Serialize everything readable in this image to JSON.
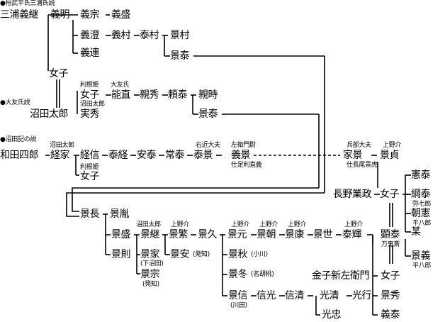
{
  "headers": {
    "kanmu": "●桓武平氏三浦氏説",
    "otomo": "●大友氏説",
    "numata": "●沼田記の説"
  },
  "names": {
    "miura_yoshitsugu": "三浦義継",
    "yoshiaki": "義明",
    "yoshimune": "義宗",
    "yoshimori": "義盛",
    "yoshizumi": "義澄",
    "yoshimura": "義村",
    "yasumura": "泰村",
    "kagemura": "景村",
    "kageyasu1": "景泰",
    "yoshitsura": "義連",
    "joshi1": "女子",
    "joshi2": "女子",
    "yoshinao": "能直",
    "chikahide": "親秀",
    "yoriyasu": "頼泰",
    "chikatoki": "親時",
    "kageyasu2": "景泰",
    "numata_taro1": "沼田太郎",
    "sanehide": "実秀",
    "wada_shiro": "和田四郎",
    "tsuneie": "経家",
    "tsunenobu": "経信",
    "yasutsune": "泰経",
    "yasutsune2": "安泰",
    "tsuneyasu": "常泰",
    "yasukage": "泰景",
    "yoshikage": "義景",
    "joshi3": "女子",
    "iekage": "家景",
    "kagesada": "景貞",
    "kagenaga": "景長",
    "kagekuma": "景胤",
    "kagemori": "景盛",
    "kagenori": "景則",
    "kagetsugu": "景継",
    "kageie": "景家",
    "kagemune": "景宗",
    "kageshige": "景繁",
    "kagehisa": "景久",
    "kageyasu3": "景安",
    "kagemoto": "景元",
    "kagetomo": "景朝",
    "kageyasu4": "景康",
    "keisei": "景世",
    "yasuteru": "泰輝",
    "kageaki": "景秋",
    "kagefuyu": "景冬",
    "kagenobu": "景信",
    "nobumitsu": "信光",
    "nobukiyo": "信清",
    "mitsukiyo": "光清",
    "mitsuyuki": "光行",
    "mitsutada": "光忠",
    "nagano": "長野業政",
    "joshi4": "女子",
    "kenyasu": "憲泰",
    "tsunayasu": "綱泰",
    "tomonori": "朝憲",
    "bou": "某",
    "akiyasu": "顕泰",
    "kagenori2": "景義",
    "kaneko": "金子新左衛門",
    "joshi5": "女子",
    "kagehide": "景秀",
    "yoshiyasu": "義泰"
  },
  "notes": {
    "tonehime1": "利根姫",
    "otomoshi": "大友氏",
    "numata_taro2": "沼田太郎",
    "numata_taro3": "沼田太郎",
    "tonehime2": "利根姫",
    "ukon": "右近大夫",
    "saemon": "左衛門尉",
    "ashikaga": "仕足利直義",
    "hyobu": "兵部大夫",
    "kozuke1": "上野介",
    "nagao": "仕長尾景虎",
    "numata_taro4": "沼田太郎",
    "kozuke2": "上野介",
    "shimonumata": "(下沼田)",
    "hacchi1": "(発知)",
    "hacchi2": "(発知)",
    "kozuke3": "上野介",
    "kozuke4": "上野介",
    "kozuke5": "上野介",
    "kozuke6": "上野介",
    "koyama": "(小川)",
    "nagurumi": "(名胡桃)",
    "kawada": "(川田)",
    "yashichiro": "弥七郎",
    "heihachiro1": "平八郎",
    "mankisai": "万鬼斎",
    "heihachiro2": "平八郎"
  }
}
